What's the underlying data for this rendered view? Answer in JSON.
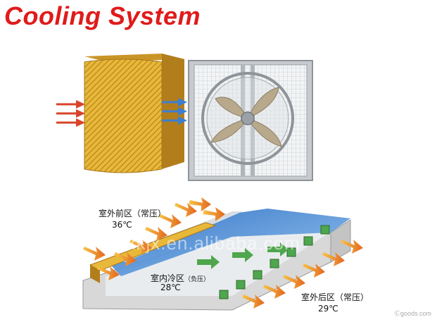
{
  "title": "Cooling System",
  "labels": {
    "outdoor_front": "室外前区（常压）",
    "outdoor_front_temp": "36℃",
    "indoor_cool": "室内冷区",
    "indoor_cool_note": "（负压）",
    "indoor_cool_temp": "28℃",
    "outdoor_back": "室外后区（常压）",
    "outdoor_back_temp": "29℃"
  },
  "watermark": "qzxkjx.en.alibaba.com",
  "corner_watermark": "Ⓒgoods.com",
  "colors": {
    "title": "#e01b1b",
    "pad": "#e8b83a",
    "arrow_red": "#d9432a",
    "arrow_blue": "#3b7fd1",
    "roof": "#4d8ed8",
    "fan_frame": "#a8adb2"
  },
  "icons": [
    "arrow-icon",
    "fan-icon",
    "cooling-pad-icon"
  ]
}
